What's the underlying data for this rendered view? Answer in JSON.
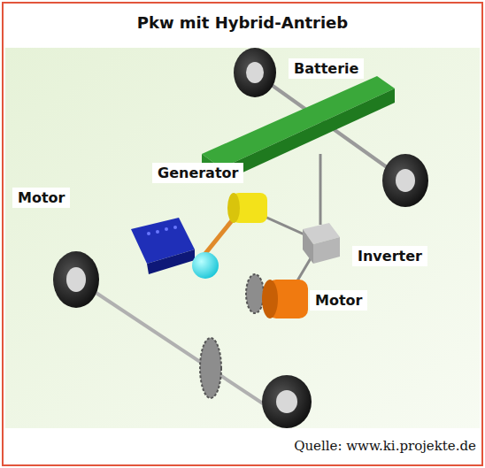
{
  "diagram": {
    "title": "Pkw mit Hybrid-Antrieb",
    "caption": "Quelle: www.ki.projekte.de",
    "labels": [
      "Batterie",
      "Generator",
      "Motor",
      "Inverter",
      "Motor"
    ]
  }
}
